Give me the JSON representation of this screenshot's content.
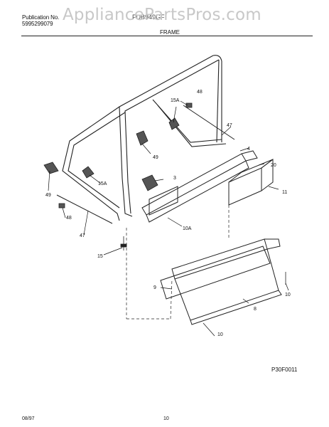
{
  "header": {
    "publication_label": "Publication No.",
    "publication_number": "5995299079",
    "model": "FDB949GF",
    "watermark": "AppliancePartsPros.com",
    "section_title": "FRAME"
  },
  "parts": [
    {
      "id": "p48a",
      "label": "48"
    },
    {
      "id": "p15a1",
      "label": "15A"
    },
    {
      "id": "p47a",
      "label": "47"
    },
    {
      "id": "p49a",
      "label": "49"
    },
    {
      "id": "p4",
      "label": "4"
    },
    {
      "id": "p20",
      "label": "20"
    },
    {
      "id": "p3",
      "label": "3"
    },
    {
      "id": "p15a2",
      "label": "15A"
    },
    {
      "id": "p49b",
      "label": "49"
    },
    {
      "id": "p11",
      "label": "11"
    },
    {
      "id": "p48b",
      "label": "48"
    },
    {
      "id": "p10a",
      "label": "10A"
    },
    {
      "id": "p47b",
      "label": "47"
    },
    {
      "id": "p15",
      "label": "15"
    },
    {
      "id": "p9",
      "label": "9"
    },
    {
      "id": "p10a_r",
      "label": "10"
    },
    {
      "id": "p8",
      "label": "8"
    },
    {
      "id": "p10b",
      "label": "10"
    }
  ],
  "diagram_code": "P30F0011",
  "footer": {
    "date": "08/97",
    "page": "10"
  }
}
